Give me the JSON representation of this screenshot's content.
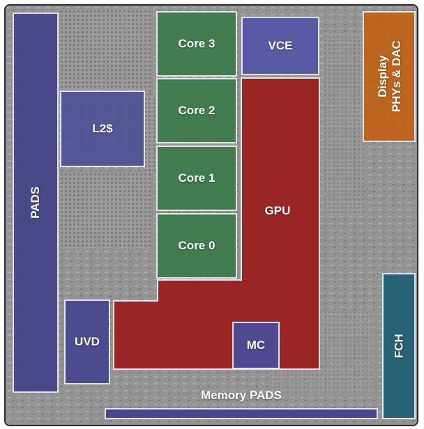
{
  "blocks": {
    "pads": "PADS",
    "l2": "L2$",
    "core3": "Core 3",
    "core2": "Core 2",
    "core1": "Core 1",
    "core0": "Core 0",
    "vce": "VCE",
    "display_line1": "Display",
    "display_line2": "PHYs & DAC",
    "gpu": "GPU",
    "uvd": "UVD",
    "mc": "MC",
    "fch": "FCH",
    "memory_pads": "Memory PADS"
  },
  "colors": {
    "die_background": "#8e8e8e",
    "pads_blue": "#424288",
    "core_green": "#387a48",
    "gpu_red": "#9a1e1e",
    "display_orange": "#be6218",
    "fch_teal": "#226074",
    "outline": "#e4e4ee"
  }
}
